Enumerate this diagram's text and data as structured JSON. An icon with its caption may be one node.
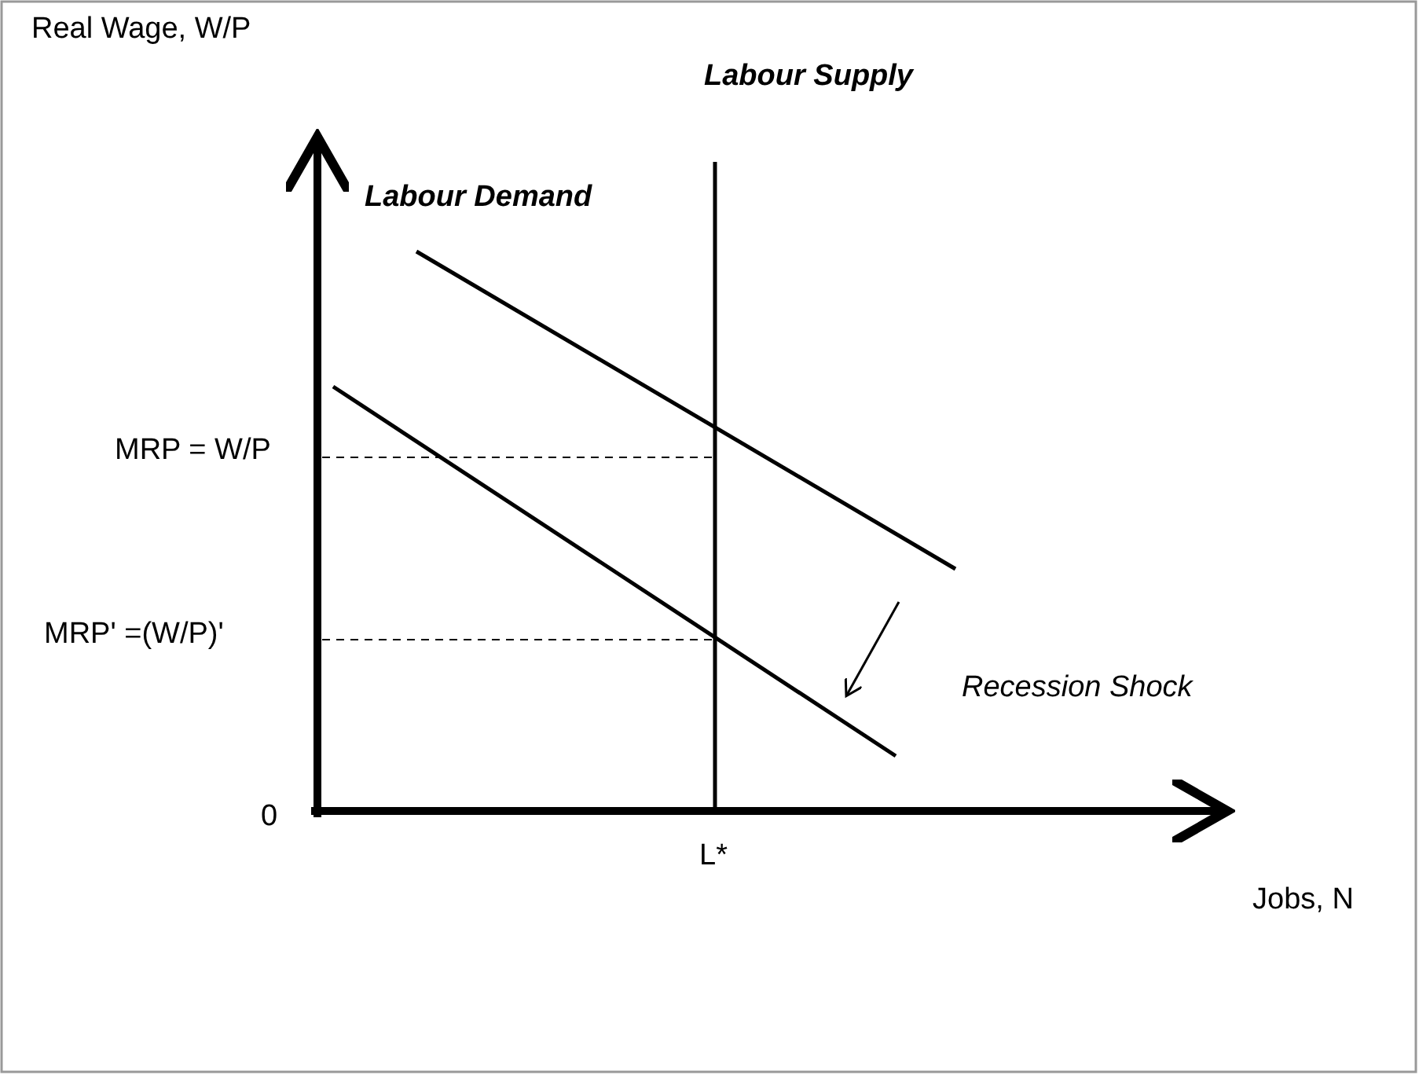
{
  "diagram": {
    "labels": [
      "Real Wage, W/P",
      "Labour Supply",
      "Labour Demand",
      "MRP = W/P",
      "MRP' =(W/P)'",
      "Recession Shock",
      "0",
      "L*",
      "Jobs, N"
    ]
  }
}
